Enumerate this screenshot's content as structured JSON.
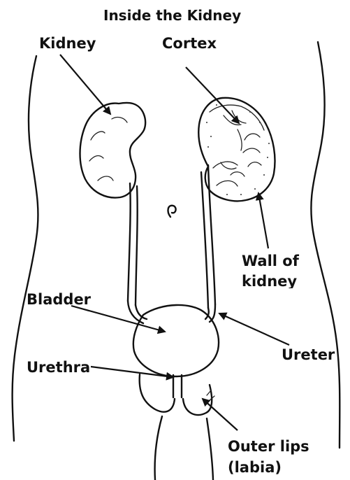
{
  "title": "Inside the Kidney",
  "labels": {
    "kidney": "Kidney",
    "cortex": "Cortex",
    "wall_line1": "Wall of",
    "wall_line2": "kidney",
    "bladder": "Bladder",
    "ureter": "Ureter",
    "urethra": "Urethra",
    "outer_lips_line1": "Outer lips",
    "outer_lips_line2": "(labia)"
  },
  "colors": {
    "ink": "#111111",
    "background": "#ffffff"
  }
}
